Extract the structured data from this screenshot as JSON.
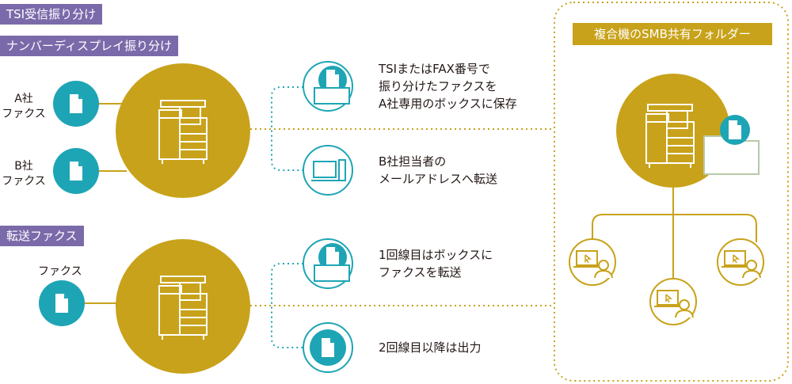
{
  "tags": {
    "tsi": "TSI受信振り分け",
    "number_display": "ナンバーディスプレイ振り分け",
    "forward": "転送ファクス"
  },
  "senders": {
    "a_line1": "A社",
    "a_line2": "ファクス",
    "b_line1": "B社",
    "b_line2": "ファクス",
    "plain": "ファクス"
  },
  "outcomes": {
    "box_a": [
      "TSIまたはFAX番号で",
      "振り分けたファクスを",
      "A社専用のボックスに保存"
    ],
    "mail_b": [
      "B社担当者の",
      "メールアドレスへ転送"
    ],
    "line1_box": [
      "1回線目はボックスに",
      "ファクスを転送"
    ],
    "line2_print": "2回線目以降は出力"
  },
  "smb": {
    "title": "複合機のSMB共有フォルダー"
  },
  "colors": {
    "gold": "#c8a21a",
    "teal": "#1ea5b5",
    "purple": "#7b6aaa",
    "folder_green": "#b7c9a8"
  },
  "icons": [
    "document-icon",
    "mfp-icon",
    "box-icon",
    "computer-icon",
    "folder-icon",
    "pc-user-icon"
  ]
}
